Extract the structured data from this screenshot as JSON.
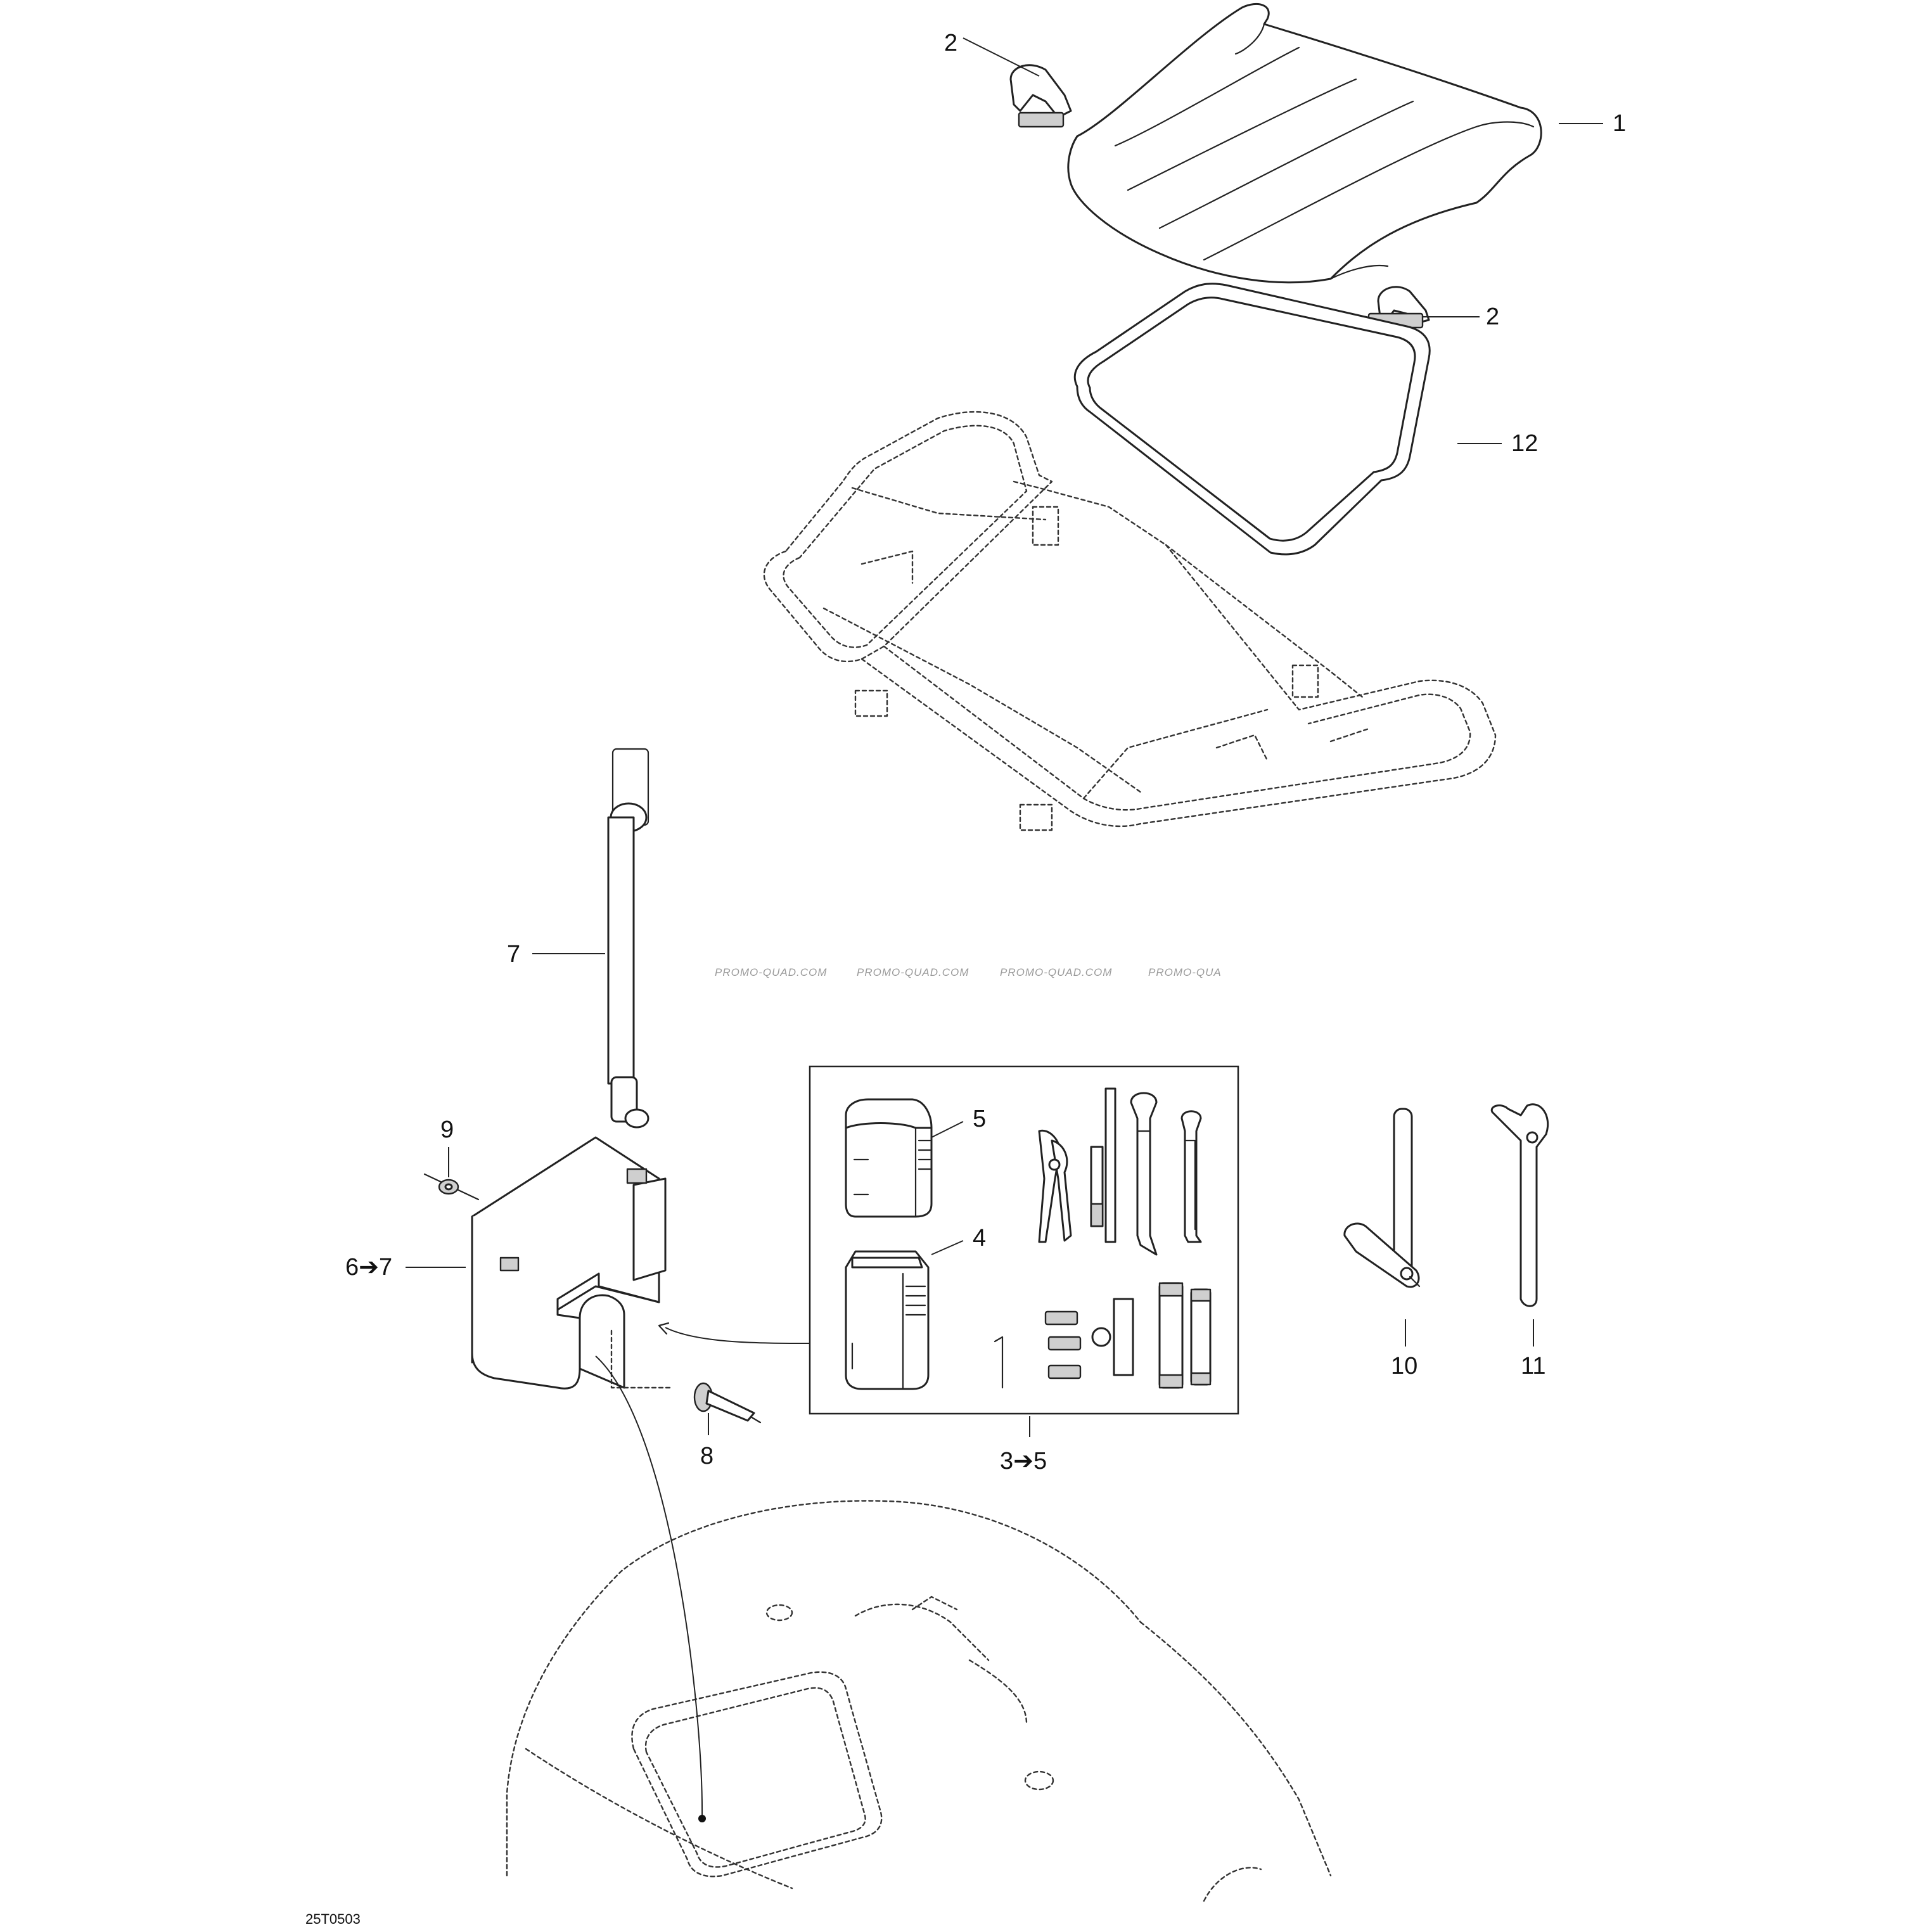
{
  "callouts": {
    "c1": "1",
    "c2a": "2",
    "c2b": "2",
    "c12": "12",
    "c7": "7",
    "c9": "9",
    "c6_7": "6➔7",
    "c8": "8",
    "c5": "5",
    "c4": "4",
    "c3_5": "3➔5",
    "c10": "10",
    "c11": "11"
  },
  "watermarks": [
    "PROMO-QUAD.COM",
    "PROMO-QUAD.COM",
    "PROMO-QUAD.COM",
    "PROMO-QUA"
  ],
  "drawing_code": "25T0503"
}
